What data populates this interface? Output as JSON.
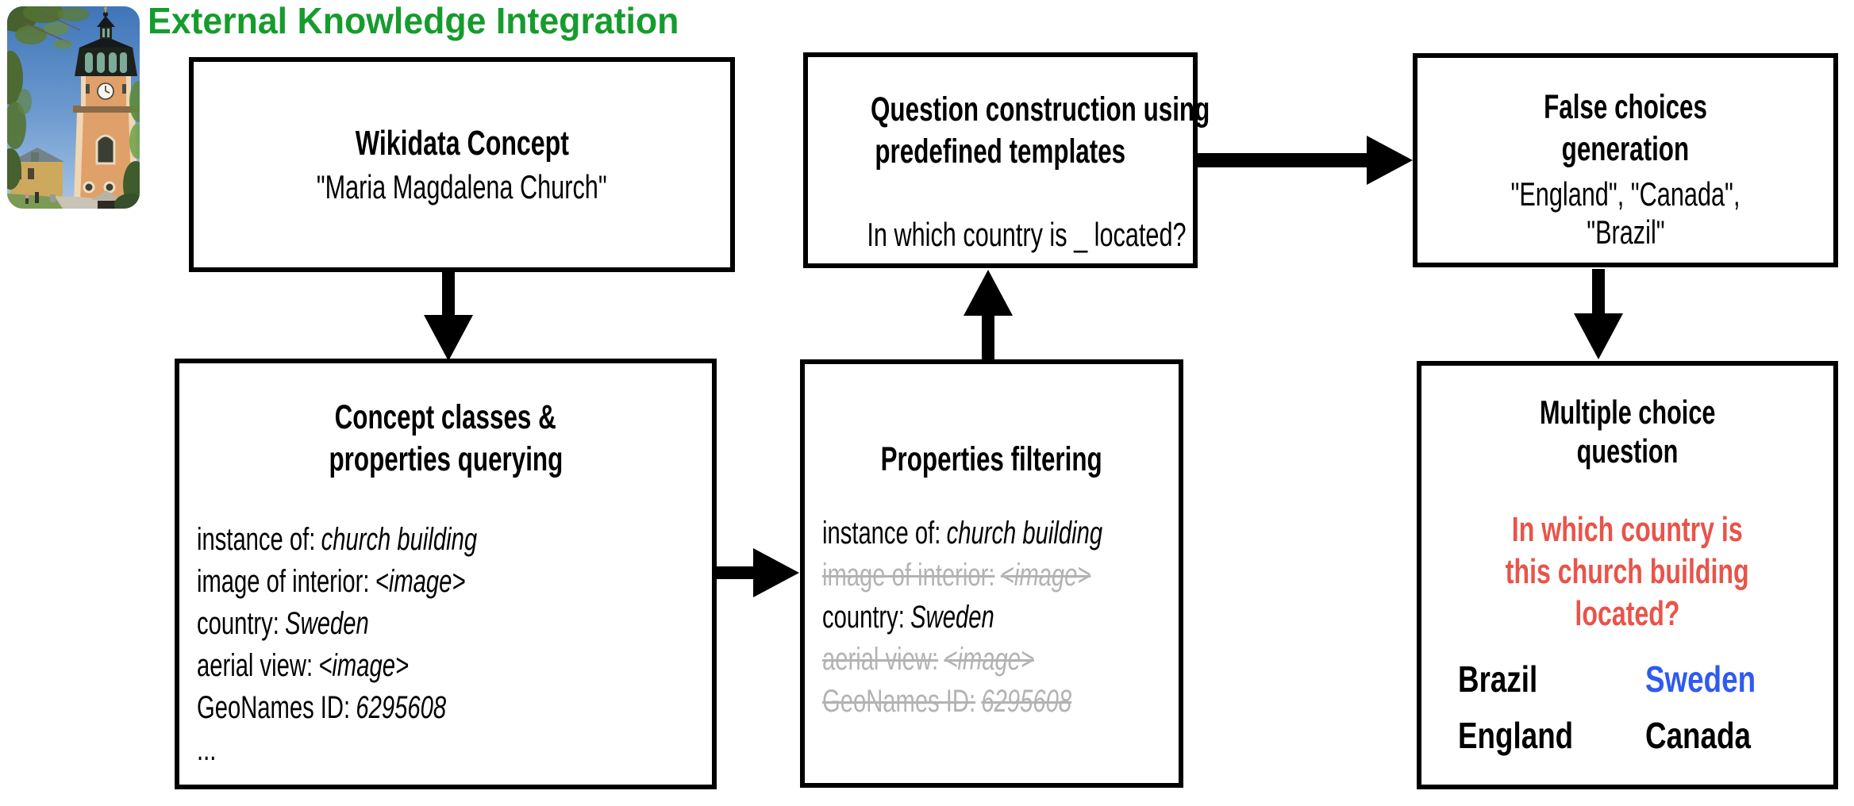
{
  "heading": {
    "text": "External Knowledge Integration",
    "color": "#169c2d"
  },
  "photo": {
    "name": "Maria Magdalena Church photograph"
  },
  "wikidata_box": {
    "title": "Wikidata Concept",
    "concept": "\"Maria Magdalena Church\""
  },
  "template_box": {
    "title_lines": [
      "Question construction using",
      "predefined templates"
    ],
    "template": "In which country is _ located?"
  },
  "false_choices_box": {
    "title_lines": [
      "False choices",
      "generation"
    ],
    "choices_lines": [
      "\"England\", \"Canada\",",
      "\"Brazil\""
    ]
  },
  "querying_box": {
    "title_lines": [
      "Concept classes &",
      "properties querying"
    ],
    "properties": [
      {
        "label": "instance of:",
        "value": "church building"
      },
      {
        "label": "image of interior:",
        "value": "<image>"
      },
      {
        "label": "country:",
        "value": "Sweden"
      },
      {
        "label": "aerial view:",
        "value": "<image>"
      },
      {
        "label": "GeoNames ID:",
        "value": "6295608"
      }
    ],
    "ellipsis": "..."
  },
  "filtering_box": {
    "title": "Properties filtering",
    "properties": [
      {
        "label": "instance of:",
        "value": "church building",
        "filtered": false
      },
      {
        "label": "image of interior:",
        "value": "<image>",
        "filtered": true
      },
      {
        "label": "country:",
        "value": "Sweden",
        "filtered": false
      },
      {
        "label": "aerial view:",
        "value": "<image>",
        "filtered": true
      },
      {
        "label": "GeoNames ID:",
        "value": "6295608",
        "filtered": true
      }
    ],
    "struck_color": "#b3b3b3"
  },
  "mcq_box": {
    "title_lines": [
      "Multiple choice",
      "question"
    ],
    "question_lines": [
      "In which country is",
      "this church building",
      "located?"
    ],
    "question_color": "#e8544a",
    "correct_color": "#2e5bef",
    "choices": [
      {
        "label": "Brazil",
        "correct": false
      },
      {
        "label": "Sweden",
        "correct": true
      },
      {
        "label": "England",
        "correct": false
      },
      {
        "label": "Canada",
        "correct": false
      }
    ]
  }
}
